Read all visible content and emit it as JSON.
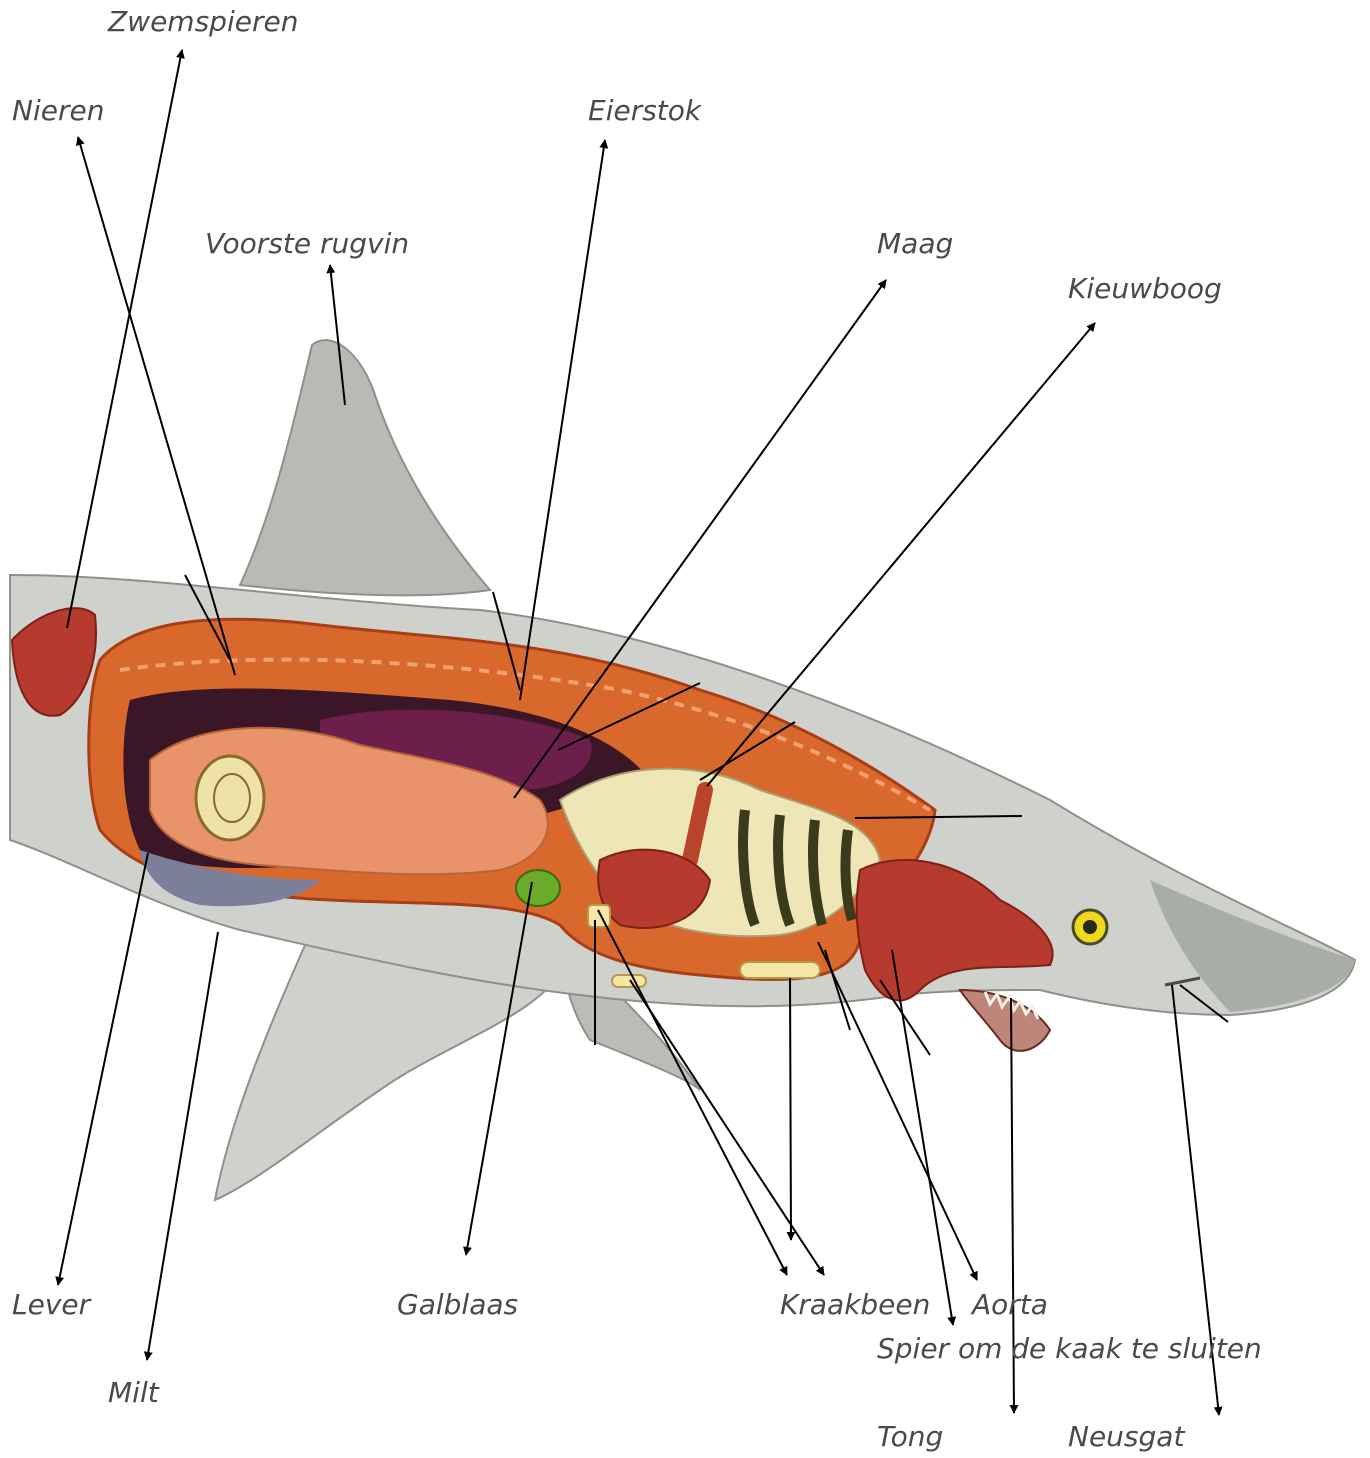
{
  "colors": {
    "background": "#ffffff",
    "label_text": "#4a4a4a",
    "leader_line": "#000000",
    "shark_skin": "#cfd2cc",
    "shark_skin_dark": "#8c918a",
    "muscle": "#d9682c",
    "muscle_dark": "#a93d16",
    "organ_pink": "#e9936a",
    "ovary_purple": "#6b1f4a",
    "gill_cream": "#efe6b8",
    "gall_green": "#6cab2a",
    "liver_red": "#b73a2e",
    "eye_yellow": "#f0d81c",
    "cartilage": "#f6e6a6"
  },
  "labels": {
    "zwemspieren": "Zwemspieren",
    "nieren": "Nieren",
    "eierstok": "Eierstok",
    "voorste_rugvin": "Voorste rugvin",
    "maag": "Maag",
    "kieuwboog": "Kieuwboog",
    "lever": "Lever",
    "milt": "Milt",
    "galblaas": "Galblaas",
    "kraakbeen": "Kraakbeen",
    "aorta": "Aorta",
    "spier_kaak": "Spier om de kaak te sluiten",
    "tong": "Tong",
    "neusgat": "Neusgat"
  }
}
